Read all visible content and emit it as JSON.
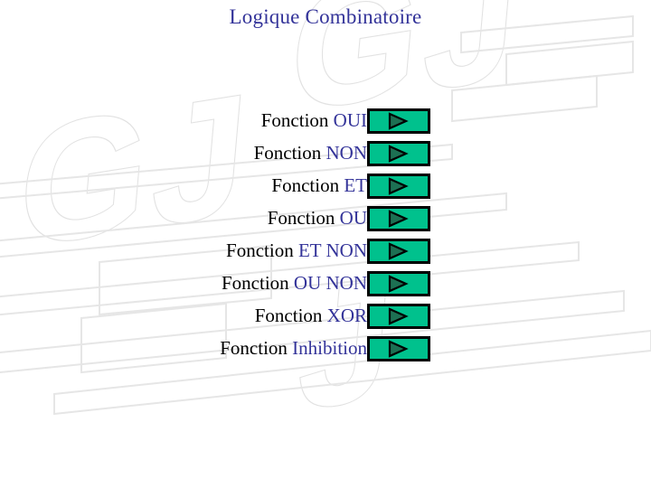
{
  "slide": {
    "title": "Logique Combinatoire",
    "title_color": "#333399",
    "background_color": "#ffffff",
    "watermark_text": "GJ",
    "watermark_color": "#e4e4e4"
  },
  "colors": {
    "label_text": "#000000",
    "function_name": "#333399",
    "button_fill": "#00c18d",
    "button_border": "#000000",
    "triangle_fill": "#1d7053",
    "triangle_border": "#000000"
  },
  "list": {
    "prefix": "Fonction",
    "button_icon": "play-triangle-icon",
    "items": [
      {
        "prefix": "Fonction",
        "name": "OUI"
      },
      {
        "prefix": "Fonction",
        "name": "NON"
      },
      {
        "prefix": "Fonction",
        "name": "ET"
      },
      {
        "prefix": "Fonction",
        "name": "OU"
      },
      {
        "prefix": "Fonction",
        "name": "ET NON"
      },
      {
        "prefix": "Fonction",
        "name": "OU NON"
      },
      {
        "prefix": "Fonction",
        "name": "XOR"
      },
      {
        "prefix": "Fonction",
        "name": "Inhibition"
      }
    ]
  }
}
